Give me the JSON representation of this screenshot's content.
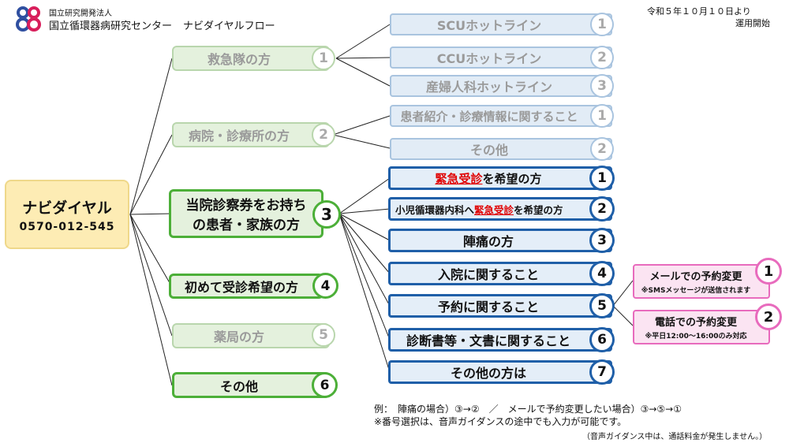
{
  "header": {
    "org_line1": "国立研究開発法人",
    "org_line2": "国立循環器病研究センター",
    "flow_title": "ナビダイヤルフロー",
    "date_line1": "令和５年１０月１０日より",
    "date_line2": "運用開始"
  },
  "root": {
    "title": "ナビダイヤル",
    "phone": "0570-012-545"
  },
  "level1": [
    {
      "label": "救急隊の方",
      "num": "1",
      "active": false
    },
    {
      "label": "病院・診療所の方",
      "num": "2",
      "active": false
    },
    {
      "label_line1": "当院診察券をお持ち",
      "label_line2": "の患者・家族の方",
      "num": "3",
      "active": true
    },
    {
      "label": "初めて受診希望の方",
      "num": "4",
      "active": true
    },
    {
      "label": "薬局の方",
      "num": "5",
      "active": false
    },
    {
      "label": "その他",
      "num": "6",
      "active": true
    }
  ],
  "level2_emergency": [
    {
      "label": "SCUホットライン",
      "num": "1"
    },
    {
      "label": "CCUホットライン",
      "num": "2"
    },
    {
      "label": "産婦人科ホットライン",
      "num": "3"
    }
  ],
  "level2_hospital": [
    {
      "label": "患者紹介・診療情報に関すること",
      "num": "1"
    },
    {
      "label": "その他",
      "num": "2"
    }
  ],
  "level2_patient": [
    {
      "label_red": "緊急受診",
      "label_rest": "を希望の方",
      "num": "1"
    },
    {
      "label_pre": "小児循環器内科へ",
      "label_red": "緊急受診",
      "label_rest": "を希望の方",
      "num": "2"
    },
    {
      "label": "陣痛の方",
      "num": "3"
    },
    {
      "label": "入院に関すること",
      "num": "4"
    },
    {
      "label": "予約に関すること",
      "num": "5"
    },
    {
      "label": "診断書等・文書に関すること",
      "num": "6"
    },
    {
      "label": "その他の方は",
      "num": "7"
    }
  ],
  "level3": [
    {
      "label": "メールでの予約変更",
      "sub": "※SMSメッセージが送信されます",
      "num": "1"
    },
    {
      "label": "電話での予約変更",
      "sub": "※平日12:00～16:00のみ対応",
      "num": "2"
    }
  ],
  "footer": {
    "example": "例：　陣痛の場合）③→②　／　メールで予約変更したい場合）③→⑤→①",
    "note": "※番号選択は、音声ガイダンスの途中でも入力が可能です。",
    "fee_note": "（音声ガイダンス中は、通話料金が発生しません。）"
  },
  "colors": {
    "l1_border_active": "#4caf38",
    "l2_border_active": "#1f5fa8",
    "l3_border": "#e86bbd",
    "root_bg": "#fdecb4",
    "logo": "#d81e5b"
  }
}
